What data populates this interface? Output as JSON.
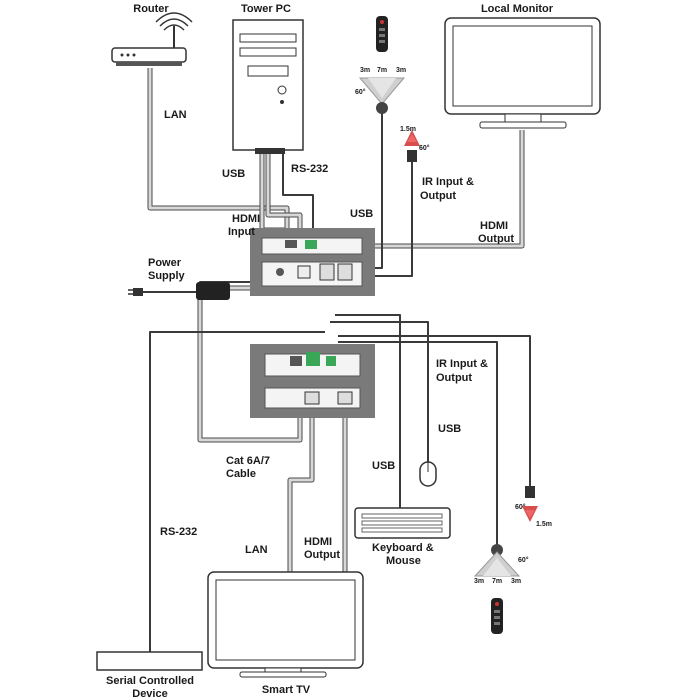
{
  "labels": {
    "router": "Router",
    "tower_pc": "Tower PC",
    "local_monitor": "Local Monitor",
    "lan_top": "LAN",
    "usb_left": "USB",
    "rs232_top": "RS-232",
    "hdmi_input": [
      "HDMI",
      "Input"
    ],
    "usb_mid": "USB",
    "ir_top": [
      "IR Input  &",
      "Output"
    ],
    "hdmi_output_top": [
      "HDMI",
      "Output"
    ],
    "power_supply": [
      "Power",
      "Supply"
    ],
    "ir_bottom": [
      "IR Input &",
      "Output"
    ],
    "usb_right": "USB",
    "usb_bottom": "USB",
    "cat_cable": [
      "Cat 6A/7",
      "Cable"
    ],
    "rs232_bottom": "RS-232",
    "keyboard_mouse": [
      "Keyboard &",
      "Mouse"
    ],
    "lan_bottom": "LAN",
    "hdmi_output_bottom": [
      "HDMI",
      "Output"
    ],
    "serial_device": [
      "Serial Controlled",
      "Device"
    ],
    "smart_tv": "Smart TV"
  },
  "ir_ranges": {
    "top_remote": {
      "left": "3m",
      "center": "7m",
      "right": "3m",
      "angle": "60°"
    },
    "top_emitter": {
      "distance": "1.5m",
      "angle": "60°"
    },
    "bottom_emitter": {
      "distance": "1.5m",
      "angle": "60°"
    },
    "bottom_remote": {
      "left": "3m",
      "center": "7m",
      "right": "3m",
      "angle": "60°"
    }
  },
  "colors": {
    "line": "#333333",
    "panel": "#7a7a7a",
    "ir_red": "#cc2222",
    "port_green": "#3aa657"
  }
}
